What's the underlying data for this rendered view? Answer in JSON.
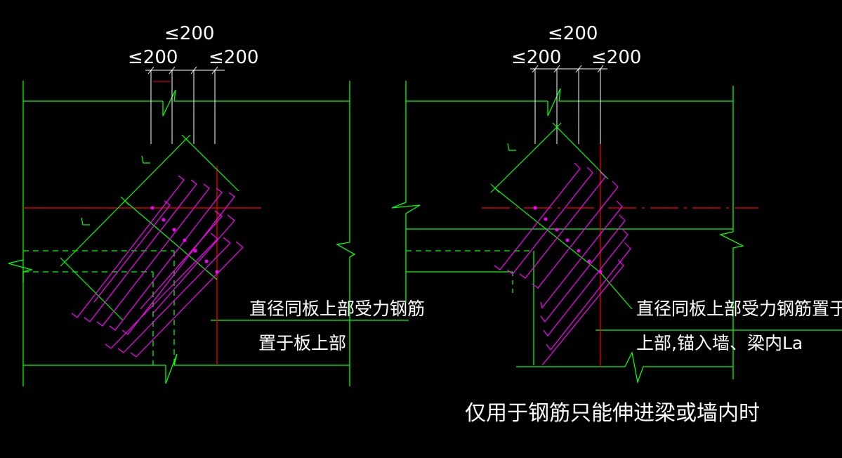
{
  "colors": {
    "background": "#000000",
    "outline": "#00ff00",
    "axis": "#ff0000",
    "rebar": "#ff00ff",
    "text": "#ffffff"
  },
  "left_detail": {
    "dim_top": "≤200",
    "dim_left": "≤200",
    "dim_right": "≤200",
    "note_line1": "直径同板上部受力钢筋",
    "note_line2": "置于板上部"
  },
  "right_detail": {
    "dim_top": "≤200",
    "dim_left": "≤200",
    "dim_right": "≤200",
    "note_line1": "直径同板上部受力钢筋置于板",
    "note_line2": "上部,锚入墙、梁内La"
  },
  "caption": "仅用于钢筋只能伸进梁或墙内时"
}
